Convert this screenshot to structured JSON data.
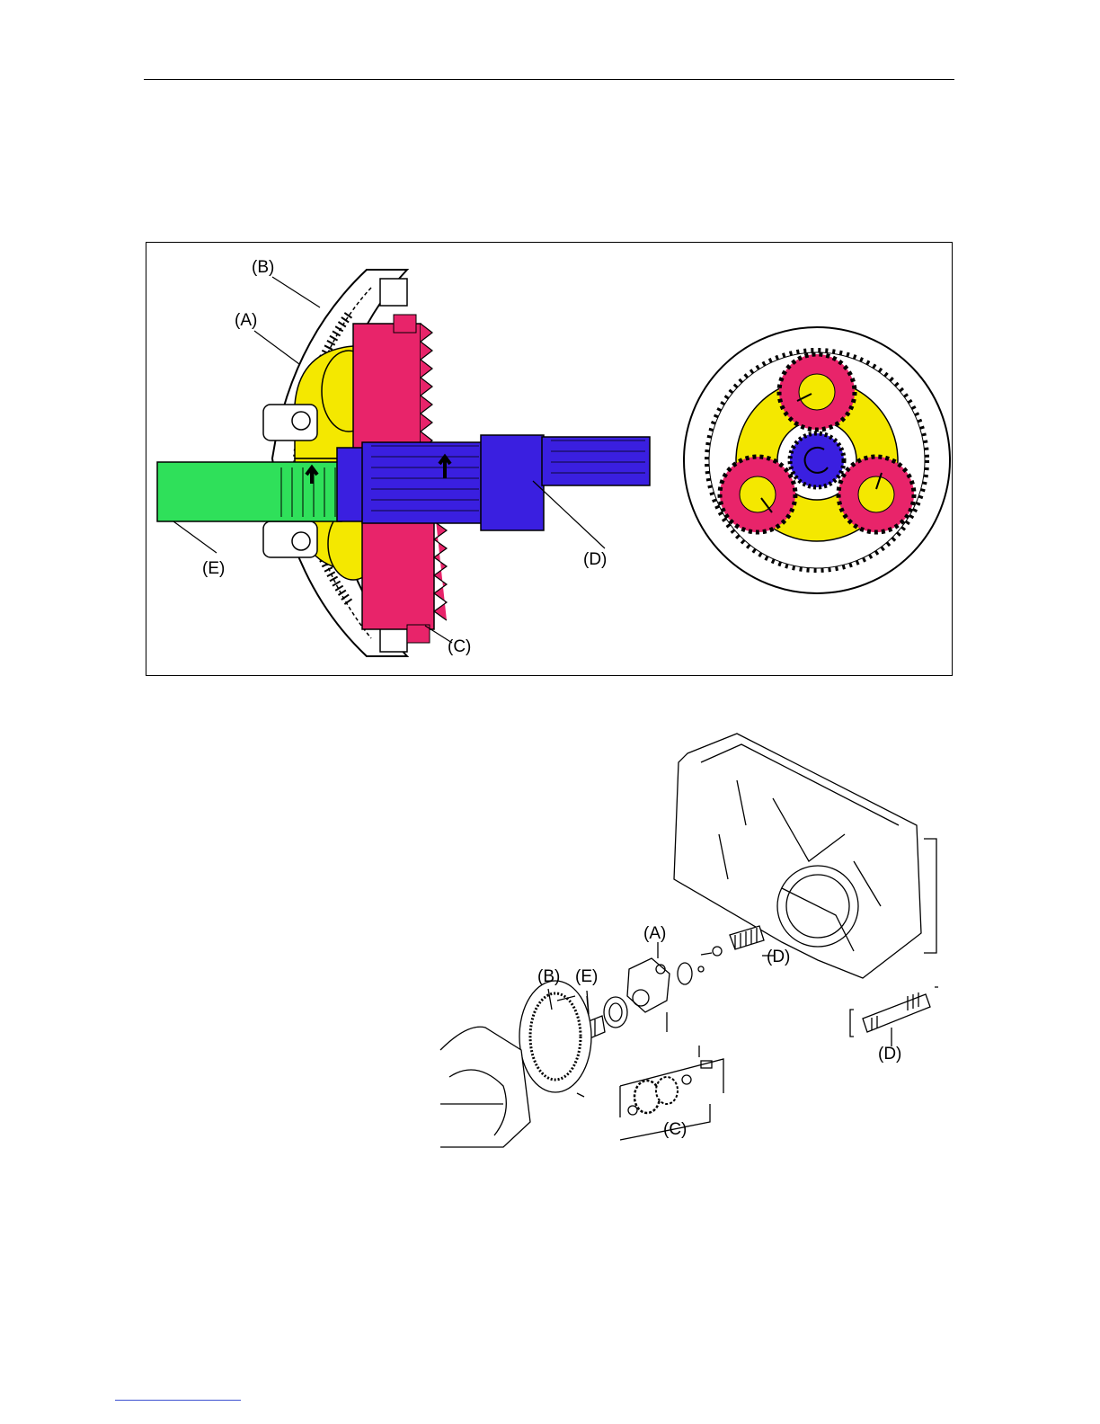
{
  "figure_top": {
    "labels": {
      "a": "(A)",
      "b": "(B)",
      "c": "(C)",
      "d": "(D)",
      "e": "(E)"
    },
    "colors": {
      "carrier": "#f4e800",
      "planet_gears": "#e8246a",
      "sun_shaft": "#3a1fe0",
      "input_shaft": "#2fe05a",
      "ring_gear": "#ffffff",
      "outline": "#000000"
    }
  },
  "figure_bottom": {
    "labels": {
      "a": "(A)",
      "b": "(B)",
      "e": "(E)",
      "d_upper": "(D)",
      "d_lower": "(D)",
      "c": "(C)"
    }
  }
}
